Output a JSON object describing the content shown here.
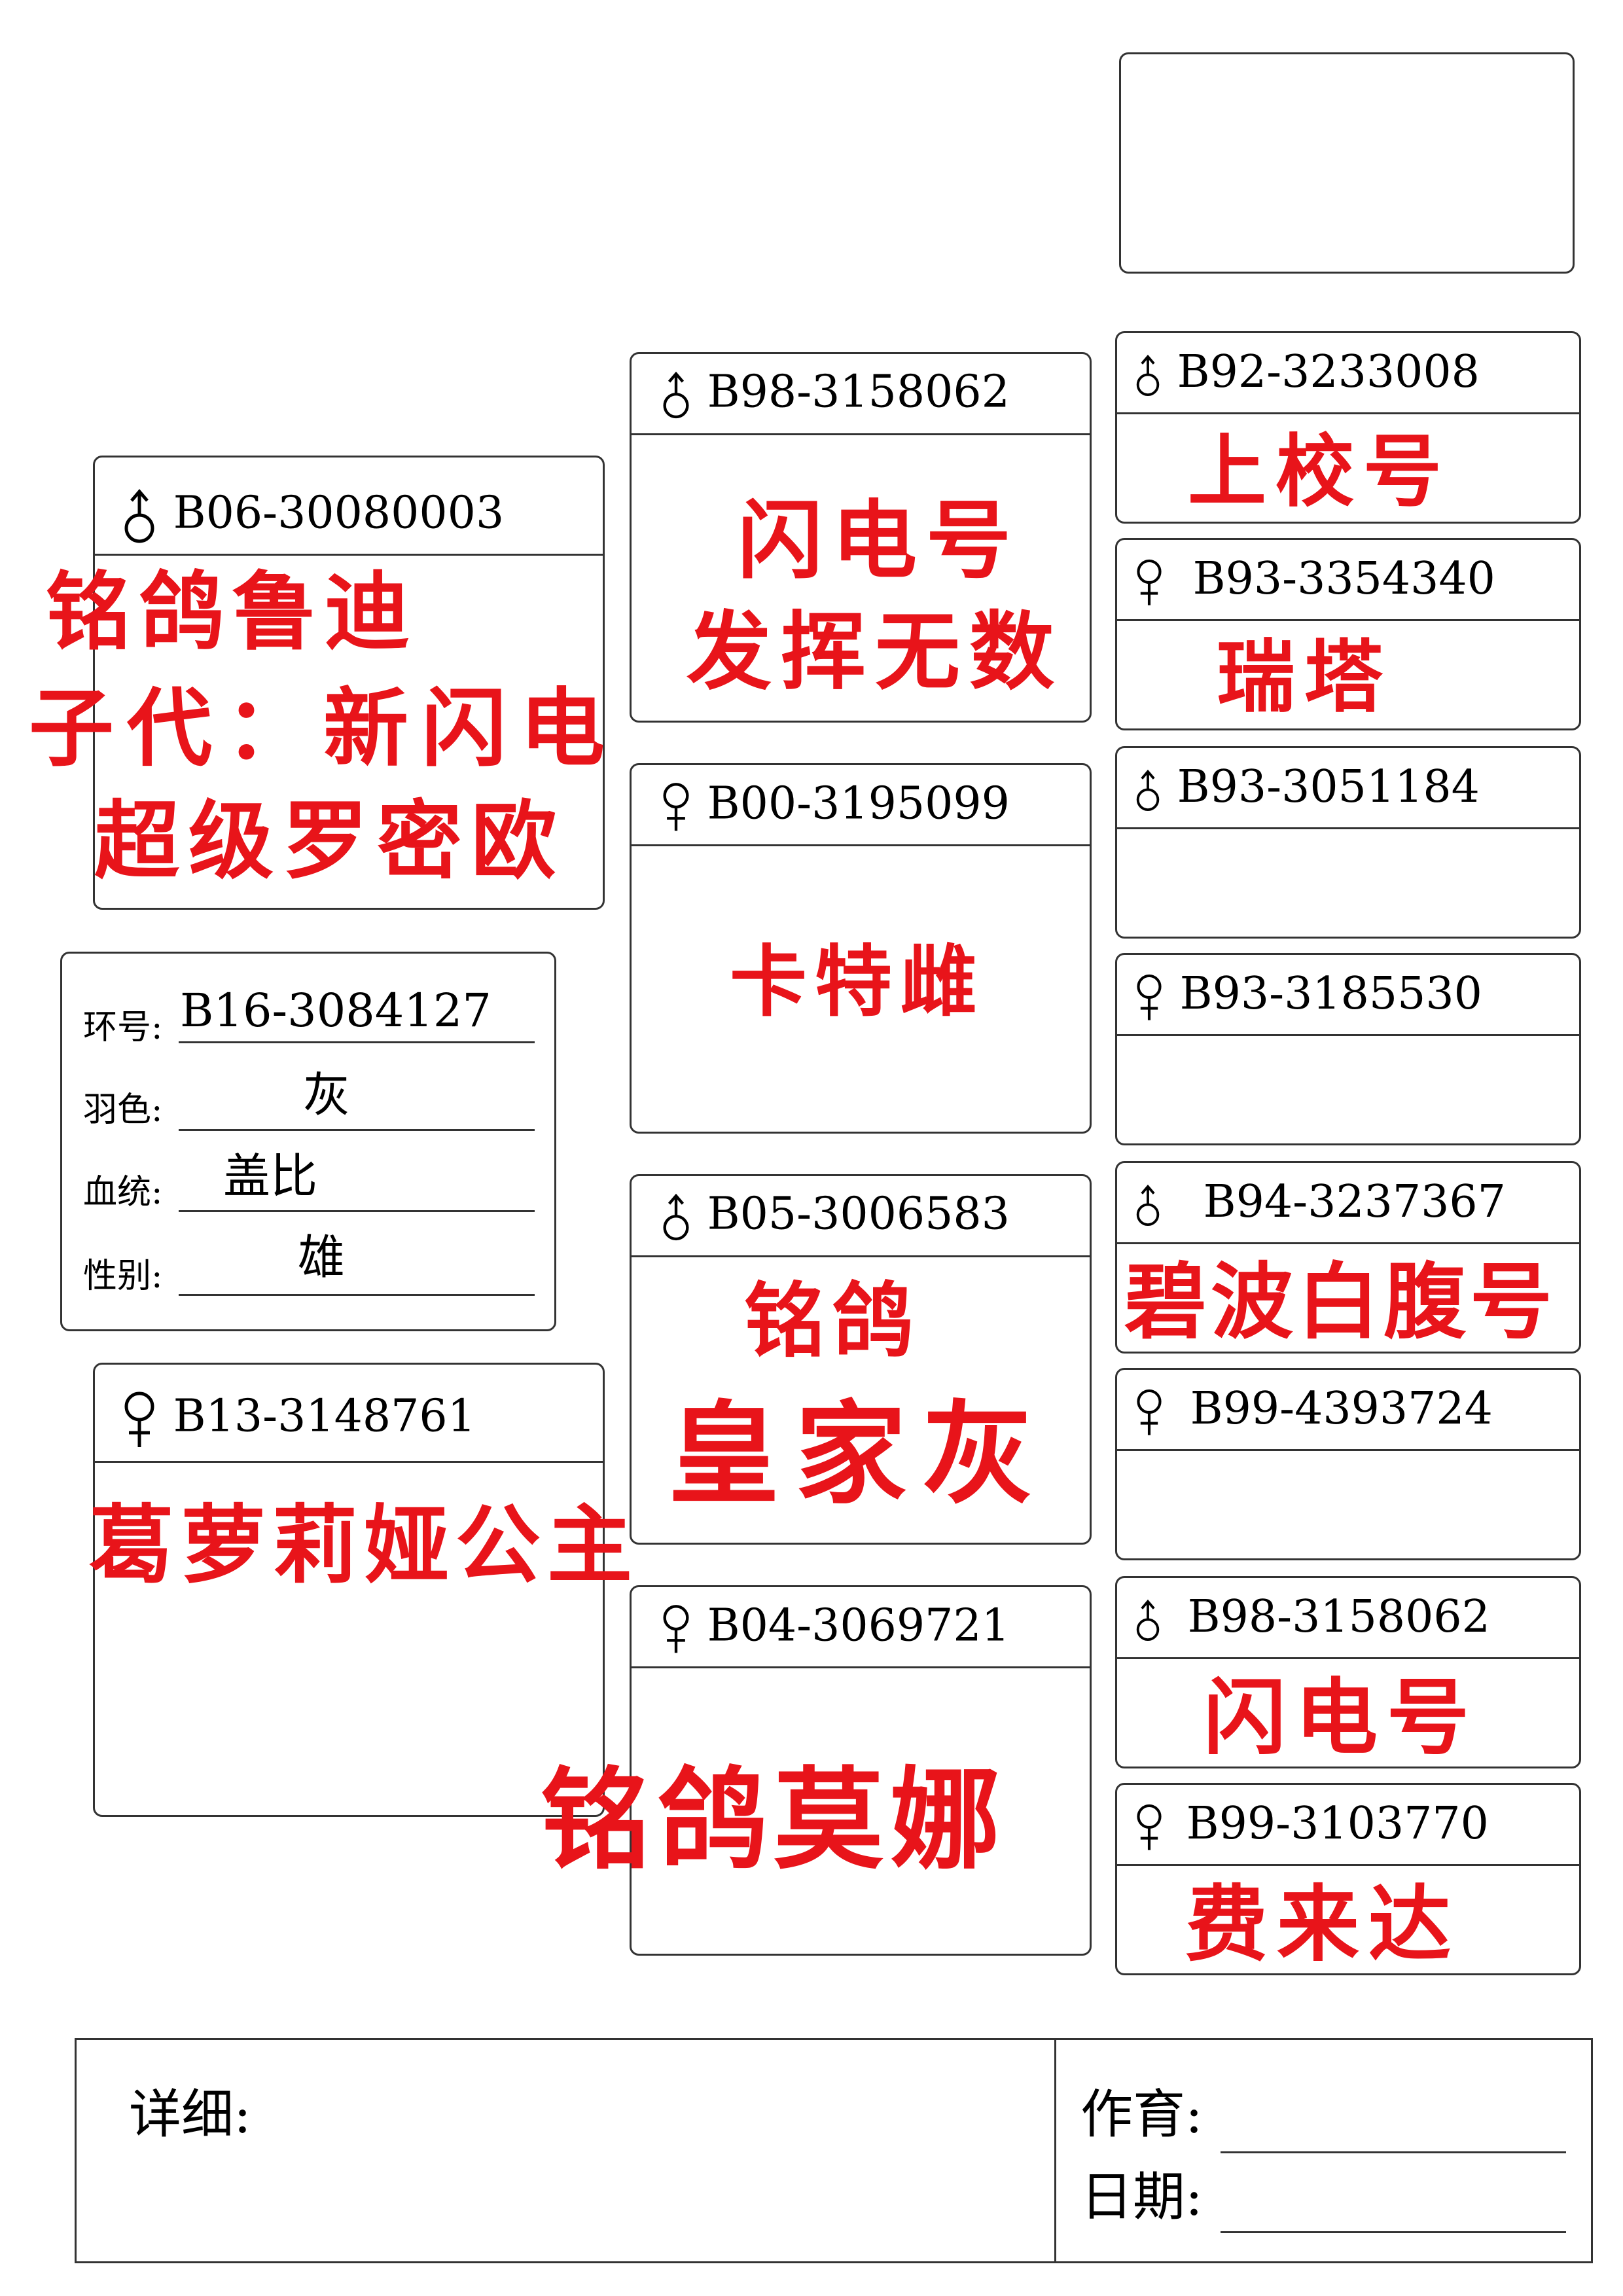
{
  "ring_prefix": "B",
  "top_box": {},
  "self": {
    "ring_label": "环号:",
    "ring_value": "B16-3084127",
    "color_label": "羽色:",
    "color_value": "灰",
    "blood_label": "血统:",
    "blood_value": "盖比",
    "sex_label": "性别:",
    "sex_value": "雄"
  },
  "gen1_sire": {
    "ring": "B06-30080003",
    "sex": "male",
    "notes": [
      "铭鸽鲁迪",
      "子代：新闪电",
      "超级罗密欧"
    ]
  },
  "gen1_dam": {
    "ring": "B13-3148761",
    "sex": "female",
    "notes": [
      "葛萝莉娅公主"
    ]
  },
  "gen2": [
    {
      "ring": "B98-3158062",
      "sex": "male",
      "notes": [
        "闪电号",
        "发挥无数"
      ]
    },
    {
      "ring": "B00-3195099",
      "sex": "female",
      "notes": [
        "卡特雌"
      ]
    },
    {
      "ring": "B05-3006583",
      "sex": "male",
      "notes": [
        "铭鸽",
        "皇家灰"
      ]
    },
    {
      "ring": "B04-3069721",
      "sex": "female",
      "notes": [
        "铭鸽莫娜"
      ]
    }
  ],
  "gen3": [
    {
      "ring": "B92-3233008",
      "sex": "male",
      "notes": [
        "上校号"
      ]
    },
    {
      "ring": "B93-3354340",
      "sex": "female",
      "notes": [
        "瑞塔"
      ]
    },
    {
      "ring": "B93-3051184",
      "sex": "male",
      "notes": []
    },
    {
      "ring": "B93-3185530",
      "sex": "female",
      "notes": []
    },
    {
      "ring": "B94-3237367",
      "sex": "male",
      "notes": [
        "碧波白腹号"
      ]
    },
    {
      "ring": "B99-4393724",
      "sex": "female",
      "notes": []
    },
    {
      "ring": "B98-3158062",
      "sex": "male",
      "notes": [
        "闪电号"
      ]
    },
    {
      "ring": "B99-3103770",
      "sex": "female",
      "notes": [
        "费来达"
      ]
    }
  ],
  "footer": {
    "detail_label": "详细:",
    "breeder_label": "作育:",
    "date_label": "日期:"
  },
  "colors": {
    "note_red": "#e8141a",
    "border": "#333333"
  }
}
